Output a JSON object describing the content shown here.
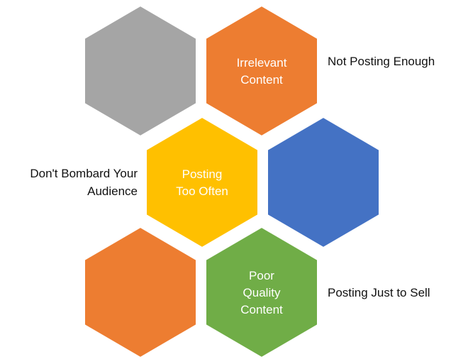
{
  "diagram": {
    "hexagons": [
      {
        "id": "gray-top-left",
        "fill": "#a5a5a5",
        "text_color": "#ffffff",
        "lines": []
      },
      {
        "id": "irrelevant-content",
        "fill": "#ed7d31",
        "text_color": "#ffffff",
        "lines": [
          "Irrelevant",
          "Content"
        ]
      },
      {
        "id": "posting-too-often",
        "fill": "#ffc000",
        "text_color": "#ffffff",
        "lines": [
          "Posting",
          "Too Often"
        ]
      },
      {
        "id": "blue-mid-right",
        "fill": "#4472c4",
        "text_color": "#ffffff",
        "lines": []
      },
      {
        "id": "orange-bottom-left",
        "fill": "#ed7d31",
        "text_color": "#ffffff",
        "lines": []
      },
      {
        "id": "poor-quality-content",
        "fill": "#70ad47",
        "text_color": "#ffffff",
        "lines": [
          "Poor",
          "Quality",
          "Content"
        ]
      }
    ],
    "side_labels": {
      "not_posting_enough": "Not Posting Enough",
      "dont_bombard_line1": "Don't Bombard Your",
      "dont_bombard_line2": "Audience",
      "posting_just_to_sell": "Posting Just to Sell"
    }
  }
}
